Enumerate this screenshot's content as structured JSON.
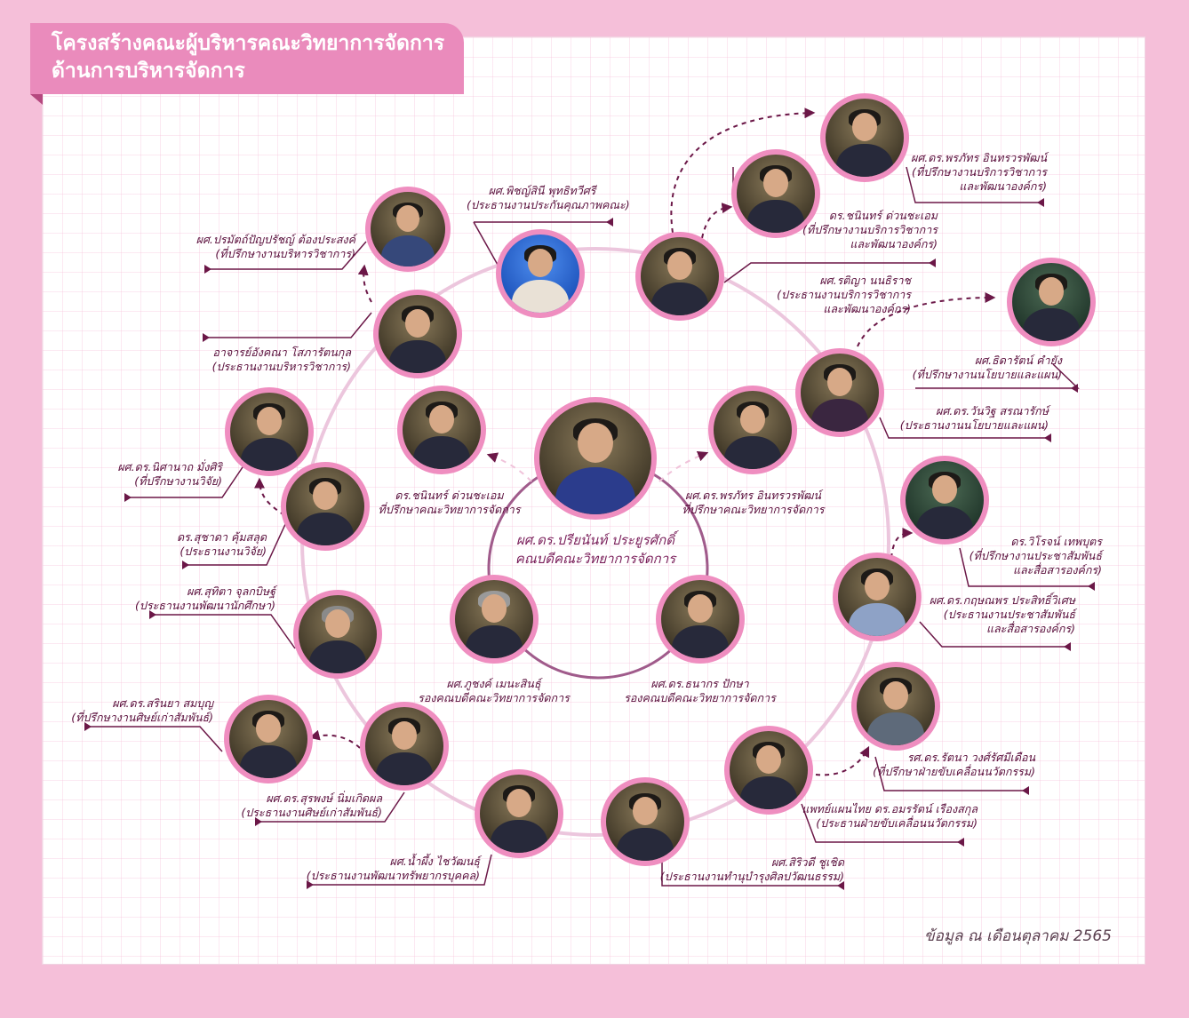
{
  "title": {
    "line1": "โครงสร้างคณะผู้บริหารคณะวิทยาการจัดการ",
    "line2": "ด้านการบริหารจัดการ"
  },
  "center": {
    "name": "ผศ.ดร.ปรียนันท์ ประยูรศักดิ์",
    "role": "คณบดีคณะวิทยาการจัดการ"
  },
  "people": [
    {
      "name": "ผศ.พิชญ์สินี พุทธิทวีศรี",
      "role": "(ประธานงานประกันคุณภาพคณะ)"
    },
    {
      "name": "ผศ.ปรมัตถ์ปัญปรัชญ์ ต้องประสงค์",
      "role": "(ที่ปรึกษางานบริหารวิชาการ)"
    },
    {
      "name": "อาจารย์อังคณา โสภารัตนกุล",
      "role": "(ประธานงานบริหารวิชาการ)"
    },
    {
      "name": "ผศ.ดร.นิศานาถ มั่งศิริ",
      "role": "(ที่ปรึกษางานวิจัย)"
    },
    {
      "name": "ดร.สุชาดา คุ้มสลุด",
      "role": "(ประธานงานวิจัย)"
    },
    {
      "name": "ผศ.สุทิตา จุลกบิษฐ์",
      "role": "(ประธานงานพัฒนานักศึกษา)"
    },
    {
      "name": "ผศ.ดร.สรินยา สมบุญ",
      "role": "(ที่ปรึกษางานศิษย์เก่าสัมพันธ์)"
    },
    {
      "name": "ผศ.ดร.สุรพงษ์ นิ่มเกิดผล",
      "role": "(ประธานงานศิษย์เก่าสัมพันธ์)"
    },
    {
      "name": "ผศ.น้ำผึ้ง ไชวัฒนธุ์",
      "role": "(ประธานงานพัฒนาทรัพยากรบุคคล)"
    },
    {
      "name": "ผศ.สิริวดี ชูเชิด",
      "role": "(ประธานงานทำนุบำรุงศิลปวัฒนธรรม)"
    },
    {
      "name": "แพทย์แผนไทย ดร.อมรรัตน์ เรืองสกุล",
      "role": "(ประธานฝ่ายขับเคลื่อนนวัตกรรม)"
    },
    {
      "name": "รศ.ดร.รัตนา วงศ์รัศมีเดือน",
      "role": "(ที่ปรึกษาฝ่ายขับเคลื่อนนวัตกรรม)"
    },
    {
      "name": "ผศ.ดร.กฤษณพร ประสิทธิ์วิเศษ",
      "role": "(ประธานงานประชาสัมพันธ์",
      "role2": "และสื่อสารองค์กร)"
    },
    {
      "name": "ดร.วิโรจน์ เทพบุตร",
      "role": "(ที่ปรึกษางานประชาสัมพันธ์",
      "role2": "และสื่อสารองค์กร)"
    },
    {
      "name": "ผศ.ดร.วันวิฐ สรณารักษ์",
      "role": "(ประธานงานนโยบายและแผน)"
    },
    {
      "name": "ผศ.ธิดารัตน์ คำยัง",
      "role": "(ที่ปรึกษางานนโยบายและแผน)"
    },
    {
      "name": "ผศ.รติญา นนธิราช",
      "role": "(ประธานงานบริการวิชาการ",
      "role2": "และพัฒนาองค์กร)"
    },
    {
      "name": "ดร.ชนินทร์ ด่วนชะเอม",
      "role": "(ที่ปรึกษางานบริการวิชาการ",
      "role2": "และพัฒนาองค์กร)"
    },
    {
      "name": "ผศ.ดร.พรภัทร อินทรวรพัฒน์",
      "role": "(ที่ปรึกษางานบริการวิชาการ",
      "role2": "และพัฒนาองค์กร)"
    },
    {
      "name": "ดร.ชนินทร์ ด่วนชะเอม",
      "role": "ที่ปรึกษาคณะวิทยาการจัดการ"
    },
    {
      "name": "ผศ.ดร.พรภัทร อินทรวรพัฒน์",
      "role": "ที่ปรึกษาคณะวิทยาการจัดการ"
    },
    {
      "name": "ผศ.ภูชงค์ เมนะสินธุ์",
      "role": "รองคณบดีคณะวิทยาการจัดการ"
    },
    {
      "name": "ผศ.ดร.ธนากร ปักษา",
      "role": "รองคณบดีคณะวิทยาการจัดการ"
    }
  ],
  "footer": "ข้อมูล ณ เดือนตุลาคม 2565",
  "colors": {
    "accent": "#ea8bbc",
    "ring": "#ef8ec0",
    "text": "#5a0f3c",
    "background": "#f5bfd9"
  }
}
